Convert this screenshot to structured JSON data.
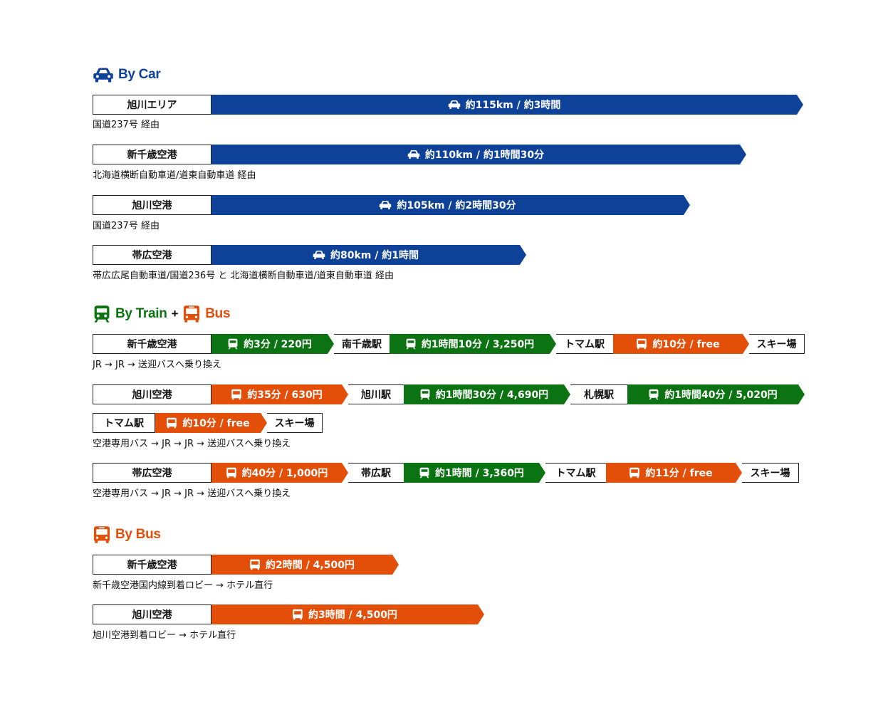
{
  "colors": {
    "car": "#0e4298",
    "train": "#0b7311",
    "bus": "#e34e09"
  },
  "car_section": {
    "icon": "car-icon",
    "title": "By Car",
    "routes": [
      {
        "from": "旭川エリア",
        "info": "約115km / 約3時間",
        "note": "国道237号 経由"
      },
      {
        "from": "新千歳空港",
        "info": "約110km / 約1時間30分",
        "note": "北海道横断自動車道/道東自動車道 経由"
      },
      {
        "from": "旭川空港",
        "info": "約105km / 約2時間30分",
        "note": "国道237号 経由"
      },
      {
        "from": "帯広空港",
        "info": "約80km / 約1時間",
        "note": "帯広広尾自動車道/国道236号 と 北海道横断自動車道/道東自動車道 経由"
      }
    ]
  },
  "train_bus_section": {
    "title_train": "By Train",
    "plus": "+",
    "title_bus": "Bus",
    "routes": [
      {
        "from": "新千歳空港",
        "steps": [
          {
            "mode": "train",
            "text": "約3分 / 220円"
          },
          {
            "mode": "station",
            "text": "南千歳駅"
          },
          {
            "mode": "train",
            "text": "約1時間10分 / 3,250円"
          },
          {
            "mode": "station",
            "text": "トマム駅"
          },
          {
            "mode": "bus",
            "text": "約10分 / free"
          },
          {
            "mode": "station",
            "text": "スキー場"
          }
        ],
        "note": "JR → JR → 送迎バスへ乗り換え"
      },
      {
        "from": "旭川空港",
        "steps": [
          {
            "mode": "bus",
            "text": "約35分 / 630円"
          },
          {
            "mode": "station",
            "text": "旭川駅"
          },
          {
            "mode": "train",
            "text": "約1時間30分 / 4,690円"
          },
          {
            "mode": "station",
            "text": "札幌駅"
          },
          {
            "mode": "train",
            "text": "約1時間40分 / 5,020円"
          }
        ],
        "continuation": {
          "from": "トマム駅",
          "steps": [
            {
              "mode": "bus",
              "text": "約10分 / free"
            },
            {
              "mode": "station",
              "text": "スキー場"
            }
          ]
        },
        "note": "空港専用バス → JR → JR → 送迎バスへ乗り換え"
      },
      {
        "from": "帯広空港",
        "steps": [
          {
            "mode": "bus",
            "text": "約40分 / 1,000円"
          },
          {
            "mode": "station",
            "text": "帯広駅"
          },
          {
            "mode": "train",
            "text": "約1時間 / 3,360円"
          },
          {
            "mode": "station",
            "text": "トマム駅"
          },
          {
            "mode": "bus",
            "text": "約11分 / free"
          },
          {
            "mode": "station",
            "text": "スキー場"
          }
        ],
        "note": "空港専用バス → JR → JR → 送迎バスへ乗り換え"
      }
    ]
  },
  "bus_section": {
    "title": "By Bus",
    "routes": [
      {
        "from": "新千歳空港",
        "info": "約2時間 / 4,500円",
        "note": "新千歳空港国内線到着ロビー → ホテル直行"
      },
      {
        "from": "旭川空港",
        "info": "約3時間 / 4,500円",
        "note": "旭川空港到着ロビー → ホテル直行"
      }
    ]
  }
}
